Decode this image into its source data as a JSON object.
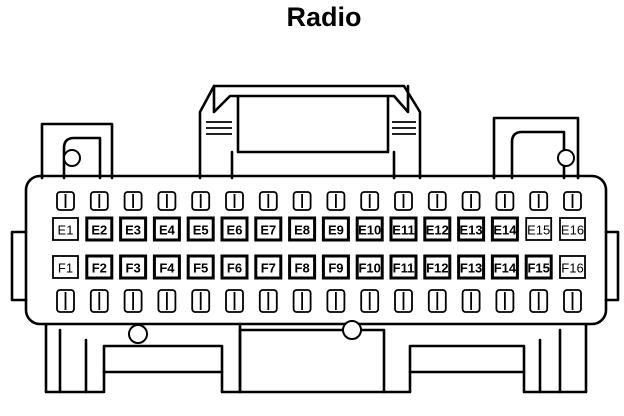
{
  "title": "Radio",
  "rows": [
    {
      "name": "E",
      "pins": [
        {
          "label": "E1",
          "dark": false
        },
        {
          "label": "E2",
          "dark": true
        },
        {
          "label": "E3",
          "dark": true
        },
        {
          "label": "E4",
          "dark": true
        },
        {
          "label": "E5",
          "dark": true
        },
        {
          "label": "E6",
          "dark": true
        },
        {
          "label": "E7",
          "dark": true
        },
        {
          "label": "E8",
          "dark": true
        },
        {
          "label": "E9",
          "dark": true
        },
        {
          "label": "E10",
          "dark": true
        },
        {
          "label": "E11",
          "dark": true
        },
        {
          "label": "E12",
          "dark": true
        },
        {
          "label": "E13",
          "dark": true
        },
        {
          "label": "E14",
          "dark": true
        },
        {
          "label": "E15",
          "dark": false
        },
        {
          "label": "E16",
          "dark": false
        }
      ]
    },
    {
      "name": "F",
      "pins": [
        {
          "label": "F1",
          "dark": false
        },
        {
          "label": "F2",
          "dark": true
        },
        {
          "label": "F3",
          "dark": true
        },
        {
          "label": "F4",
          "dark": true
        },
        {
          "label": "F5",
          "dark": true
        },
        {
          "label": "F6",
          "dark": true
        },
        {
          "label": "F7",
          "dark": true
        },
        {
          "label": "F8",
          "dark": true
        },
        {
          "label": "F9",
          "dark": true
        },
        {
          "label": "F10",
          "dark": true
        },
        {
          "label": "F11",
          "dark": true
        },
        {
          "label": "F12",
          "dark": true
        },
        {
          "label": "F13",
          "dark": true
        },
        {
          "label": "F14",
          "dark": true
        },
        {
          "label": "F15",
          "dark": true
        },
        {
          "label": "F16",
          "dark": false
        }
      ]
    }
  ]
}
